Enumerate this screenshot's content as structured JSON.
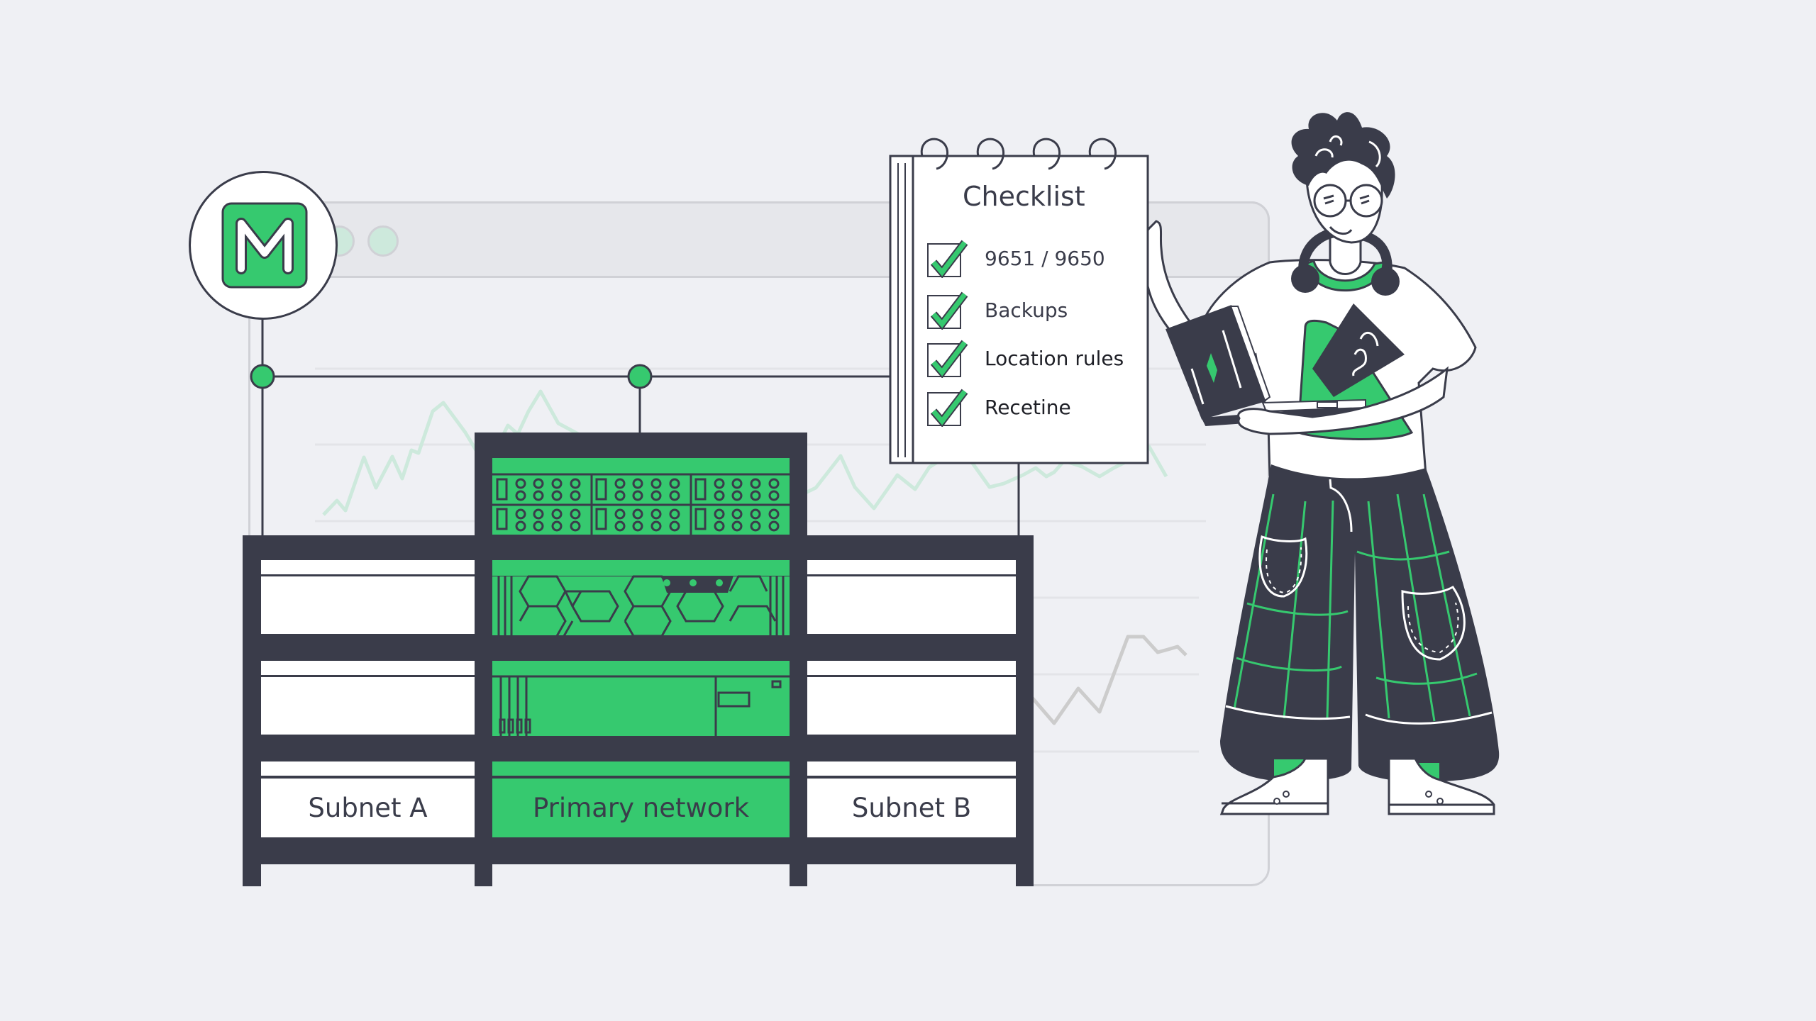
{
  "colors": {
    "background": "#eff0f4",
    "dark": "#3a3c4a",
    "green": "#36c96f",
    "light_green": "#cde9dc",
    "white": "#ffffff",
    "window_bar": "#e6e7eb",
    "window_border": "#d0d1d6",
    "grid": "#e3e4e8",
    "gray_line": "#cccccc"
  },
  "logo": {
    "letter": "M",
    "icon": "brand-m-logo-icon"
  },
  "browser_window": {
    "dots": 2
  },
  "checklist": {
    "title": "Checklist",
    "items": [
      {
        "label": "9651 / 9650",
        "checked": true
      },
      {
        "label": "Backups",
        "checked": true
      },
      {
        "label": "Location rules",
        "checked": true
      },
      {
        "label": "Recetine",
        "checked": true
      }
    ]
  },
  "rack": {
    "columns": [
      {
        "label": "Subnet A"
      },
      {
        "label": "Primary network"
      },
      {
        "label": "Subnet B"
      }
    ]
  }
}
